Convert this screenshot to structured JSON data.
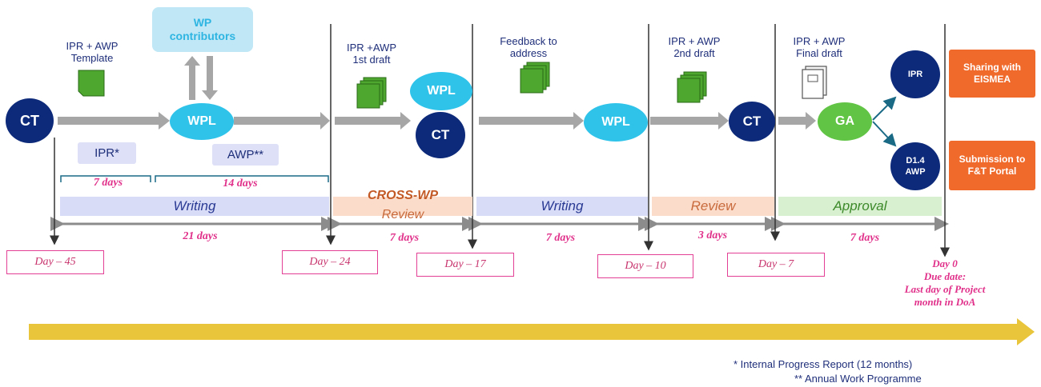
{
  "top_labels": {
    "template": "IPR + AWP\nTemplate",
    "first_draft": "IPR +AWP\n1st draft",
    "feedback": "Feedback to\naddress",
    "second_draft": "IPR + AWP\n2nd draft",
    "final_draft": "IPR + AWP\nFinal draft"
  },
  "wp_contributors": "WP\ncontributors",
  "nodes": {
    "ct1": "CT",
    "wpl1": "WPL",
    "wpl2": "WPL",
    "ct2": "CT",
    "wpl3": "WPL",
    "ct3": "CT",
    "ga": "GA",
    "ipr": "IPR",
    "d14": "D1.4\nAWP"
  },
  "chips": {
    "ipr": "IPR*",
    "awp": "AWP**"
  },
  "sub_durations": {
    "ipr": "7 days",
    "awp": "14 days"
  },
  "phases": {
    "writing1": "Writing",
    "crosswp_title": "CROSS-WP",
    "crosswp_review": "Review",
    "writing2": "Writing",
    "review": "Review",
    "approval": "Approval"
  },
  "durations": {
    "d21": "21 days",
    "d7a": "7 days",
    "d7b": "7 days",
    "d3": "3 days",
    "d7c": "7 days"
  },
  "days": {
    "day45": "Day – 45",
    "day24": "Day – 24",
    "day17": "Day – 17",
    "day10": "Day – 10",
    "day7": "Day – 7",
    "day0": "Day 0\nDue date:\nLast day of Project\nmonth in DoA"
  },
  "outputs": {
    "eismea": "Sharing with\nEISMEA",
    "portal": "Submission to\nF&T Portal"
  },
  "footnotes": {
    "ipr": "* Internal Progress Report (12 months)",
    "awp": "** Annual Work Programme"
  },
  "colors": {
    "navy": "#0d2a7a",
    "cyan": "#2fc3ea",
    "green": "#62c445",
    "orange": "#f06a2c",
    "pink": "#e0308a",
    "timeline": "#e8c53a"
  }
}
